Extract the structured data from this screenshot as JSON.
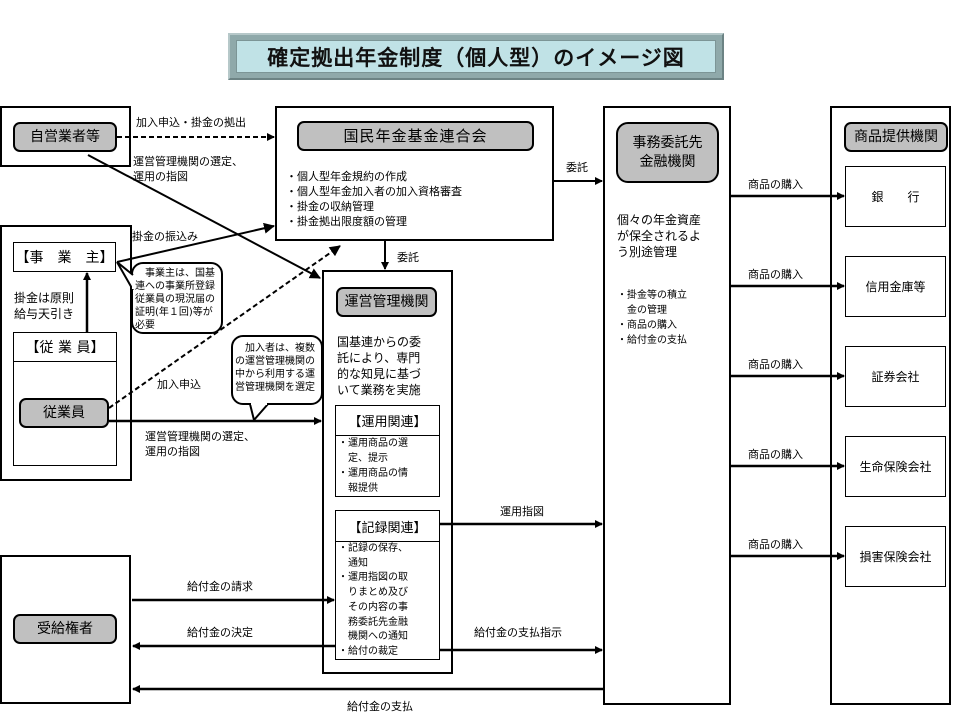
{
  "title": "確定拠出年金制度（個人型）のイメージ図",
  "self_employed": {
    "label": "自営業者等"
  },
  "employer_group": {
    "employer_label": "【事　業　主】",
    "deduction_note": [
      "掛金は原則",
      "給与天引き"
    ],
    "employee_header": "【従 業 員】",
    "employee_label": "従業員",
    "employer_callout": [
      "　事業主は、国基",
      "連への事業所登録",
      "従業員の現況届の",
      "証明(年１回)等が",
      "必要"
    ]
  },
  "participant_callout": [
    "　加入者は、複数",
    "の運営管理機関の",
    "中から利用する運",
    "営管理機関を選定"
  ],
  "national_fund": {
    "label": "国民年金基金連合会",
    "bullets": [
      "・個人型年金規約の作成",
      "・個人型年金加入者の加入資格審査",
      "・掛金の収納管理",
      "・掛金拠出限度額の管理"
    ]
  },
  "record_keeper": {
    "label": "運営管理機関",
    "description": [
      "国基連からの委",
      "託により、専門",
      "的な知見に基づ",
      "いて業務を実施"
    ],
    "investment_section": {
      "header": "【運用関連】",
      "items": [
        "・運用商品の選",
        "　定、提示",
        "・運用商品の情",
        "　報提供"
      ]
    },
    "record_section": {
      "header": "【記録関連】",
      "items": [
        "・記録の保存、",
        "　通知",
        "・運用指図の取",
        "　りまとめ及び",
        "　その内容の事",
        "　務委託先金融",
        "　機関への通知",
        "・給付の裁定"
      ]
    }
  },
  "trustee": {
    "label": [
      "事務委託先",
      "金融機関"
    ],
    "description": [
      "個々の年金資産",
      "が保全されるよ",
      "う別途管理"
    ],
    "bullets": [
      "・掛金等の積立",
      "　金の管理",
      "・商品の購入",
      "・給付金の支払"
    ]
  },
  "providers": {
    "label": "商品提供機関",
    "items": [
      "銀　　行",
      "信用金庫等",
      "証券会社",
      "生命保険会社",
      "損害保険会社"
    ]
  },
  "beneficiary": {
    "label": "受給権者"
  },
  "arrows": {
    "enroll_contribute": "加入申込・掛金の拠出",
    "select_instruct_1": [
      "運営管理機関の選定、",
      "運用の指図"
    ],
    "transfer_contrib": "掛金の振込み",
    "enroll": "加入申込",
    "select_instruct_2": [
      "運営管理機関の選定、",
      "運用の指図"
    ],
    "entrust_right": "委託",
    "entrust_down": "委託",
    "purchase": "商品の購入",
    "investment_instruction": "運用指図",
    "payment_instruction": "給付金の支払指示",
    "benefit_claim": "給付金の請求",
    "benefit_decision": "給付金の決定",
    "benefit_payment": "給付金の支払"
  }
}
